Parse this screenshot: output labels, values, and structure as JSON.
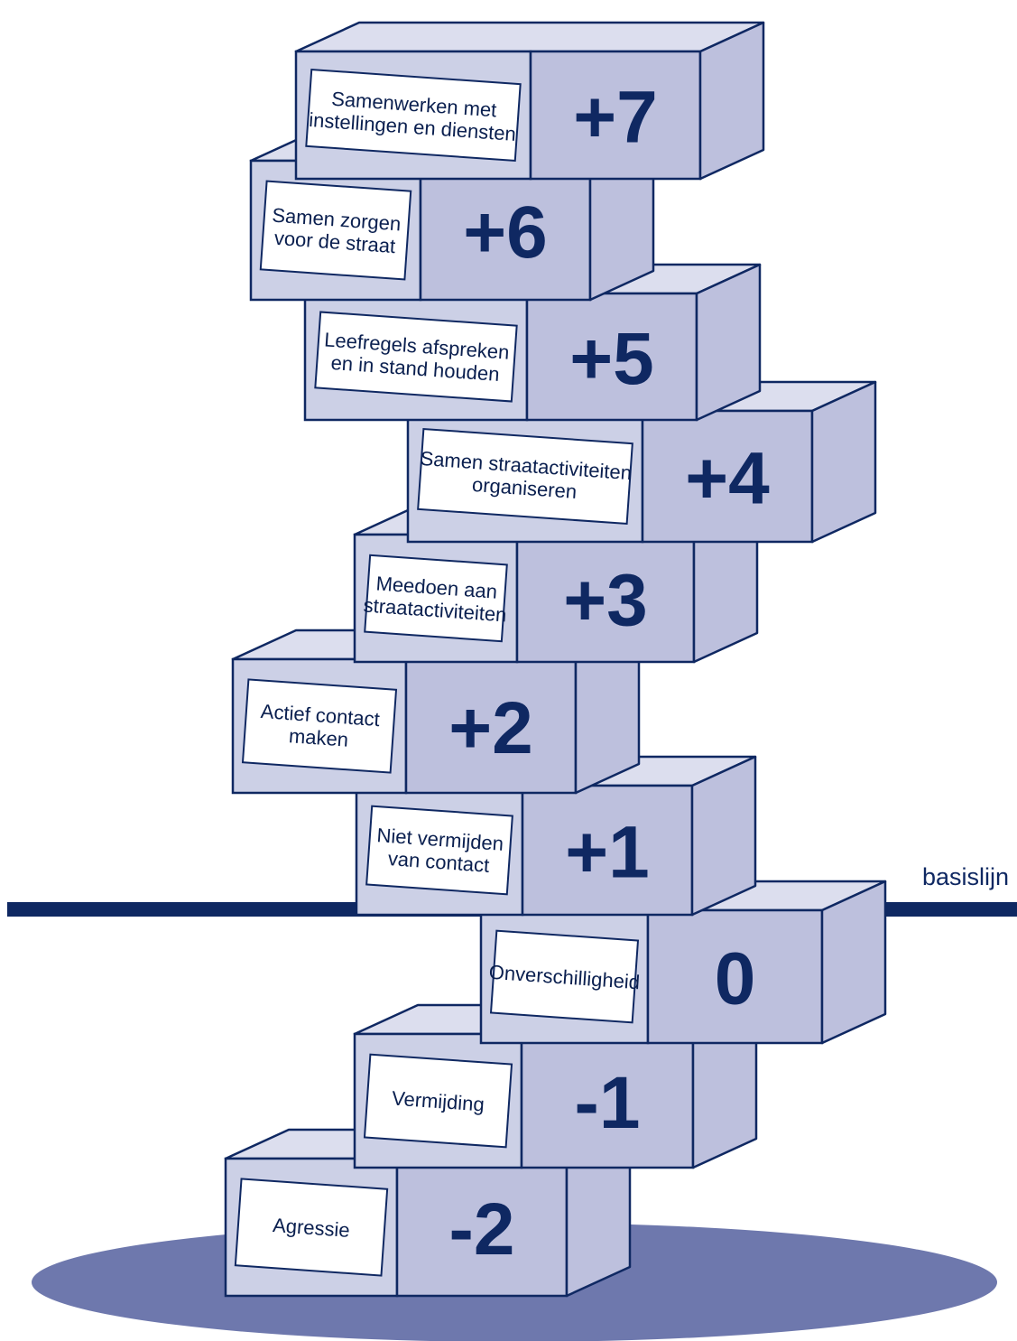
{
  "baseline": {
    "label": "basislijn"
  },
  "colors": {
    "top_face": "#dcdeee",
    "front_face": "#ccd0e6",
    "side_face": "#bdc0dd",
    "outline": "#0f2862",
    "baseline": "#0f2862",
    "shadow": "#6e78ad",
    "label_box": "#ffffff"
  },
  "steps": [
    {
      "number": "+7",
      "lines": [
        "Samenwerken met",
        "instellingen en diensten"
      ]
    },
    {
      "number": "+6",
      "lines": [
        "Samen zorgen",
        "voor de straat"
      ]
    },
    {
      "number": "+5",
      "lines": [
        "Leefregels afspreken",
        "en in stand houden"
      ]
    },
    {
      "number": "+4",
      "lines": [
        "Samen straatactiviteiten",
        "organiseren"
      ]
    },
    {
      "number": "+3",
      "lines": [
        "Meedoen aan",
        "straatactiviteiten"
      ]
    },
    {
      "number": "+2",
      "lines": [
        "Actief contact",
        "maken"
      ]
    },
    {
      "number": "+1",
      "lines": [
        "Niet vermijden",
        "van contact"
      ]
    },
    {
      "number": "0",
      "lines": [
        "Onverschilligheid"
      ]
    },
    {
      "number": "-1",
      "lines": [
        "Vermijding"
      ]
    },
    {
      "number": "-2",
      "lines": [
        "Agressie"
      ]
    }
  ]
}
